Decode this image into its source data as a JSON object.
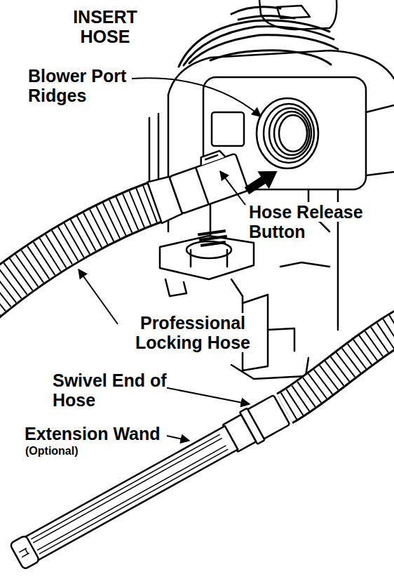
{
  "diagram": {
    "title": "INSERT HOSE",
    "labels": [
      "Blower Port Ridges",
      "Hose Release Button",
      "Professional Locking Hose",
      "Swivel End of Hose",
      "Extension Wand",
      "(Optional)"
    ]
  }
}
